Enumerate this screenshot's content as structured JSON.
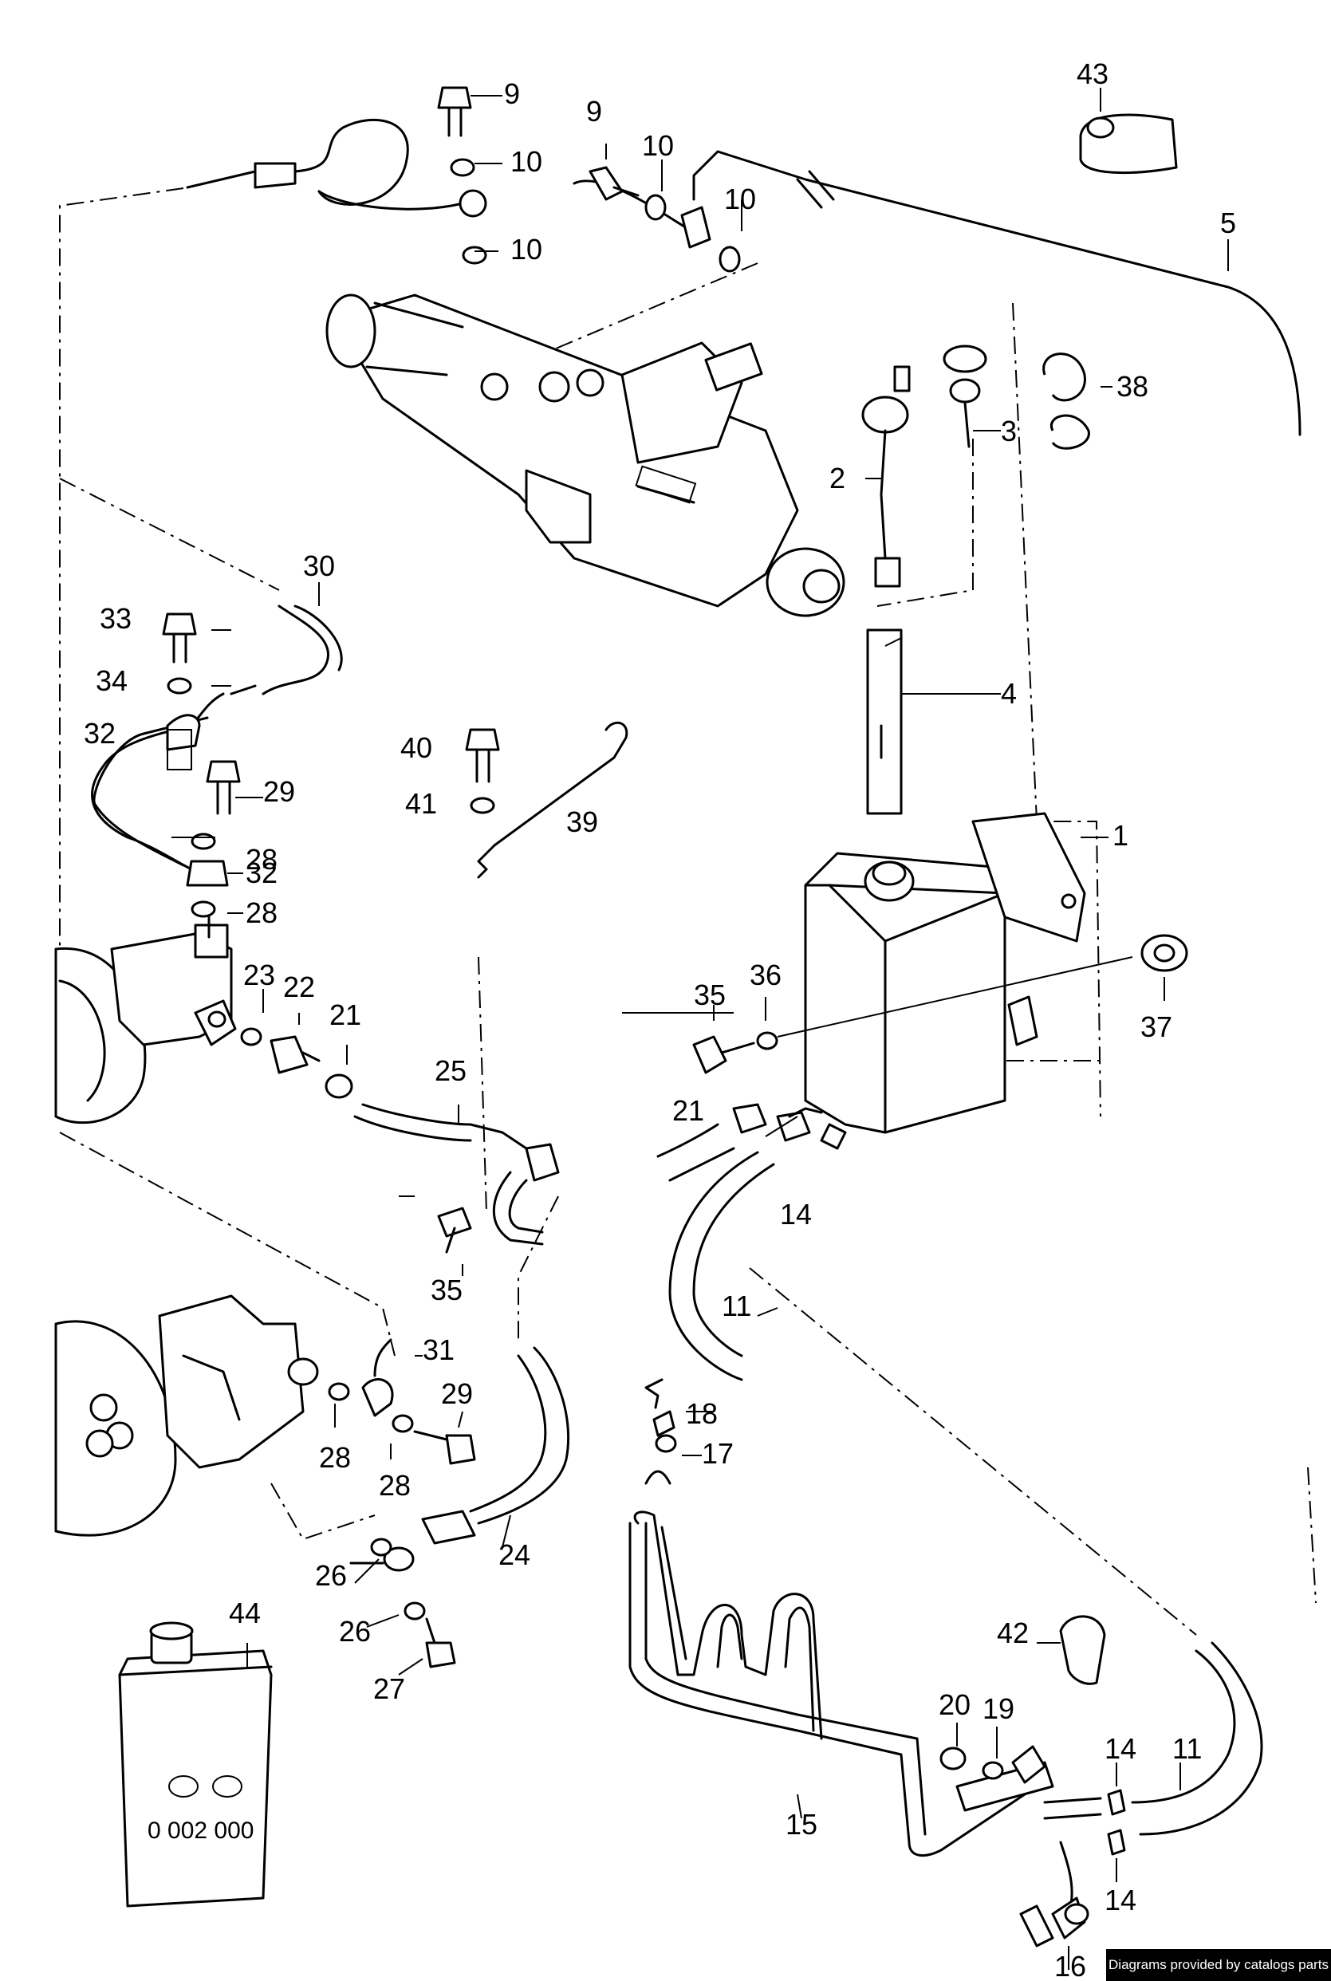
{
  "diagram": {
    "callouts": [
      "1",
      "2",
      "3",
      "4",
      "5",
      "9",
      "9",
      "10",
      "10",
      "10",
      "10",
      "11",
      "11",
      "14",
      "14",
      "14",
      "15",
      "16",
      "17",
      "18",
      "19",
      "20",
      "21",
      "21",
      "22",
      "23",
      "24",
      "25",
      "26",
      "26",
      "27",
      "28",
      "28",
      "28",
      "28",
      "29",
      "29",
      "30",
      "31",
      "32",
      "32",
      "33",
      "34",
      "35",
      "35",
      "36",
      "37",
      "38",
      "39",
      "40",
      "41",
      "42",
      "43",
      "44"
    ],
    "container_marking": "0 002 000"
  },
  "credit": "Diagrams provided by catalogs parts"
}
